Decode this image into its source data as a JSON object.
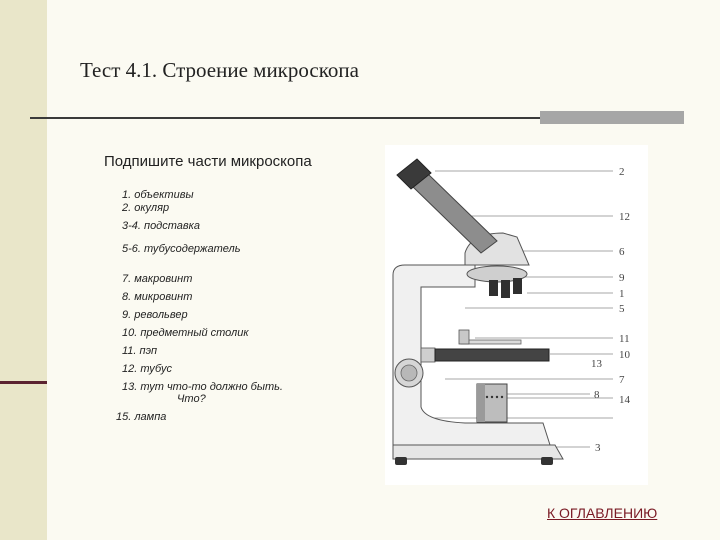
{
  "slide": {
    "title": "Тест 4.1. Строение микроскопа",
    "subtitle": "Подпишите части микроскопа",
    "answers": [
      "1. объективы",
      "2. окуляр",
      "3-4. подставка",
      "5-6. тубусодержатель",
      "7. макровинт",
      "8. микровинт",
      "9. револьвер",
      "10. предметный столик",
      "11. пэп",
      "12. тубус",
      "13. тут что-то должно быть.",
      "Что?",
      "15. лампа"
    ],
    "toc_link": "К ОГЛАВЛЕНИЮ"
  },
  "figure": {
    "labels": [
      "2",
      "12",
      "6",
      "9",
      "1",
      "5",
      "11",
      "10",
      "13",
      "7",
      "8",
      "14",
      "3"
    ]
  },
  "colors": {
    "left_band": "#e9e6c9",
    "accent": "#5b2330",
    "link": "#7a1a24",
    "rule_gray": "#a6a6a6"
  }
}
